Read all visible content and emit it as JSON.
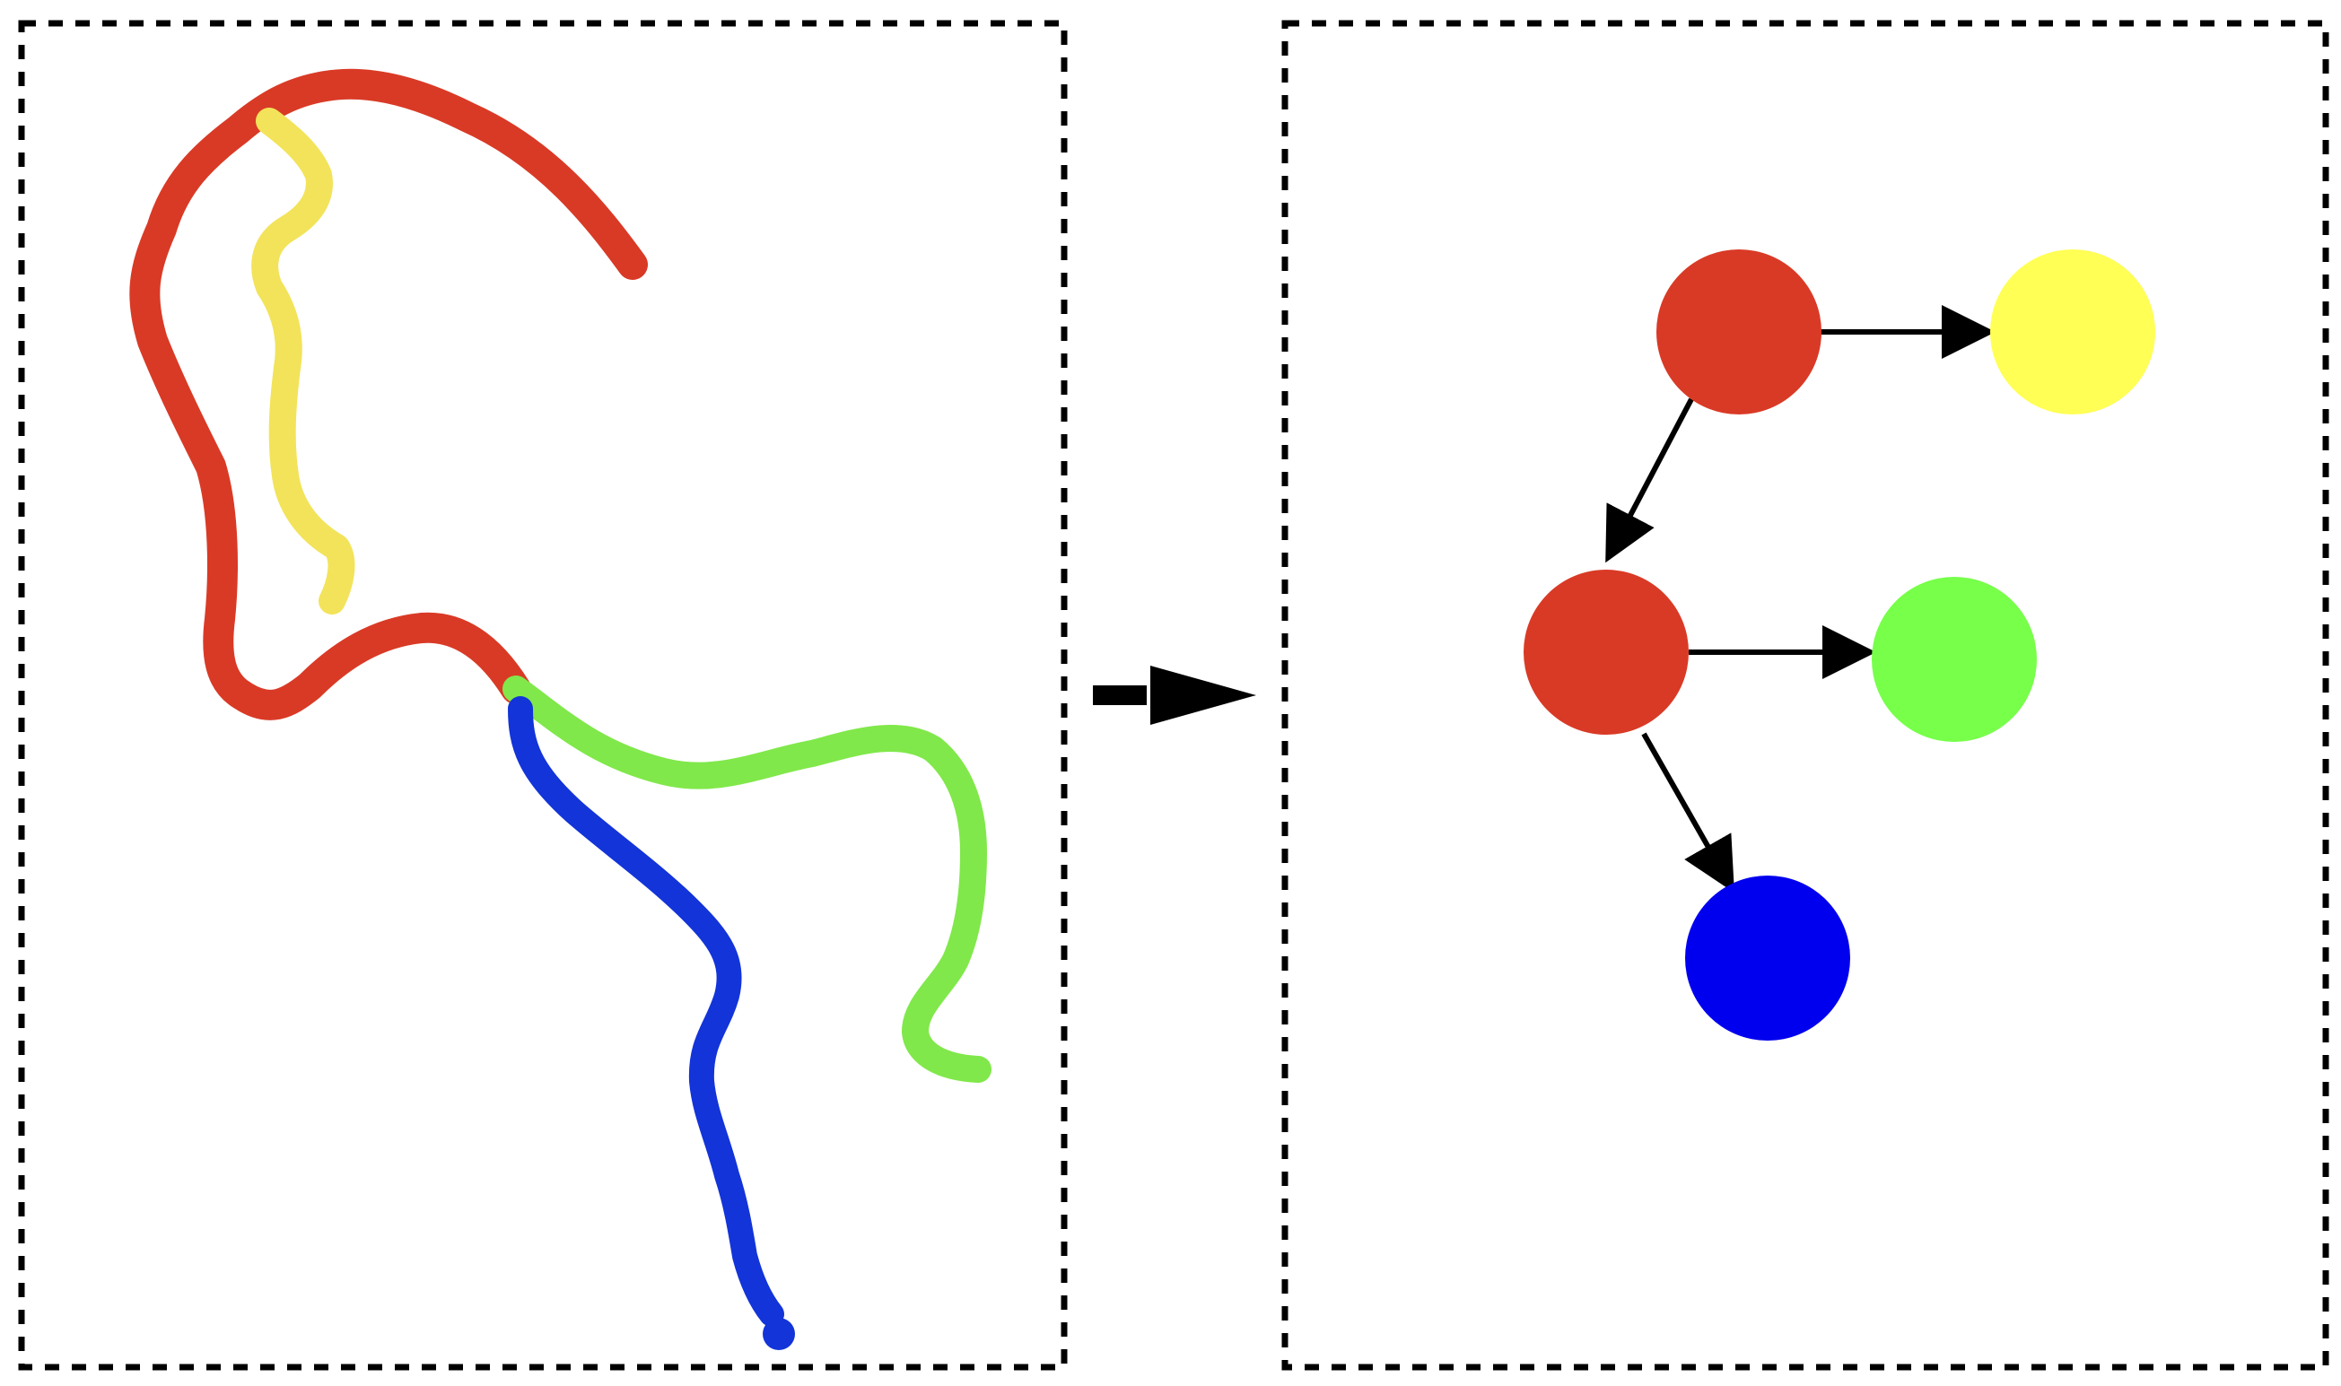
{
  "colors": {
    "red": "#d93a26",
    "yellow": "#f2e35a",
    "green": "#80e84a",
    "blue": "#1234d8",
    "node_red": "#d93a26",
    "node_yellow": "#ffff55",
    "node_green": "#77ff4a",
    "node_blue": "#0000ee",
    "frame": "#000000",
    "arrow": "#000000"
  },
  "left_panel": {
    "segments": [
      {
        "id": "red-main",
        "color_key": "red"
      },
      {
        "id": "yellow-branch",
        "color_key": "yellow"
      },
      {
        "id": "green-branch",
        "color_key": "green"
      },
      {
        "id": "blue-branch",
        "color_key": "blue"
      }
    ]
  },
  "transition_arrow": {
    "icon": "arrow-right-icon"
  },
  "right_panel": {
    "nodes": [
      {
        "id": "root",
        "color_key": "node_red"
      },
      {
        "id": "child-yellow",
        "color_key": "node_yellow"
      },
      {
        "id": "child-red",
        "color_key": "node_red"
      },
      {
        "id": "child-green",
        "color_key": "node_green"
      },
      {
        "id": "child-blue",
        "color_key": "node_blue"
      }
    ],
    "edges": [
      {
        "from": "root",
        "to": "child-yellow"
      },
      {
        "from": "root",
        "to": "child-red"
      },
      {
        "from": "child-red",
        "to": "child-green"
      },
      {
        "from": "child-red",
        "to": "child-blue"
      }
    ]
  }
}
